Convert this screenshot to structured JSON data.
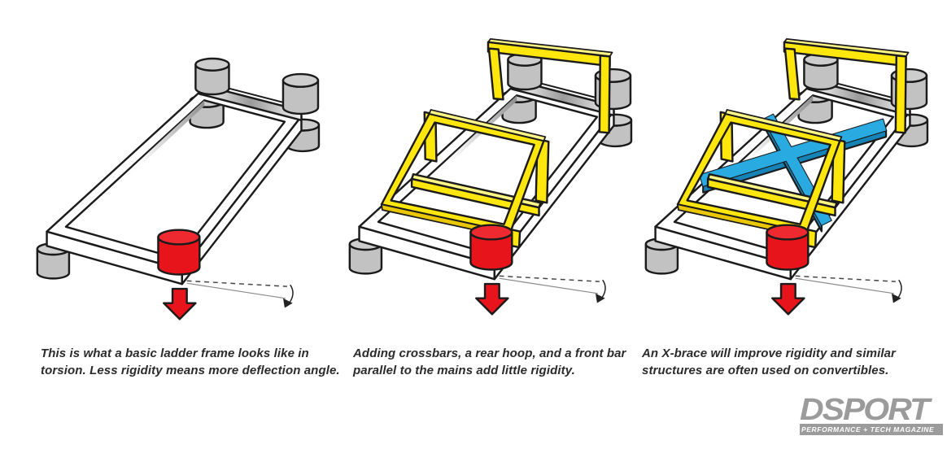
{
  "page": {
    "background": "#ffffff",
    "subject": "Chassis torsional rigidity comparison of ladder frames"
  },
  "panels": [
    {
      "id": "basic-ladder-frame",
      "illustration": "white ladder frame in torsion with gray mount cylinders, red load cylinder, red down arrow and deflection-angle indicator",
      "caption_line1": "This is what a basic ladder frame looks like in",
      "caption_line2": "torsion. Less rigidity means more deflection angle."
    },
    {
      "id": "frame-with-crossbars-and-hoop",
      "illustration": "ladder frame with yellow crossbars, rear hoop and front bar added, red load cylinder and deflection-angle indicator",
      "caption_line1": "Adding crossbars, a rear hoop, and a front bar",
      "caption_line2": "parallel to the mains add little rigidity."
    },
    {
      "id": "frame-with-x-brace",
      "illustration": "ladder frame with yellow reinforcements plus blue X-brace, red load cylinder and deflection-angle indicator",
      "caption_line1": "An X-brace will improve rigidity and similar",
      "caption_line2": "structures are often used on convertibles."
    }
  ],
  "logo": {
    "brand": "DSPORT",
    "tagline": "PERFORMANCE + TECH MAGAZINE"
  },
  "colors": {
    "frame-white": "#ffffff",
    "outline": "#1b1b1b",
    "cylinder-gray": "#c2c2c2",
    "cylinder-gray-top": "#cdcdcd",
    "load-red": "#e8141c",
    "reinforce-yellow": "#ffe60d",
    "reinforce-yellow-light": "#fff685",
    "reinforce-yellow-dark": "#e9c704",
    "xbrace-cyan": "#29abe2",
    "xbrace-cyan-dark": "#1583b5",
    "logo-gray": "#9b9b9b",
    "caption-ink": "#2b2b2b"
  }
}
